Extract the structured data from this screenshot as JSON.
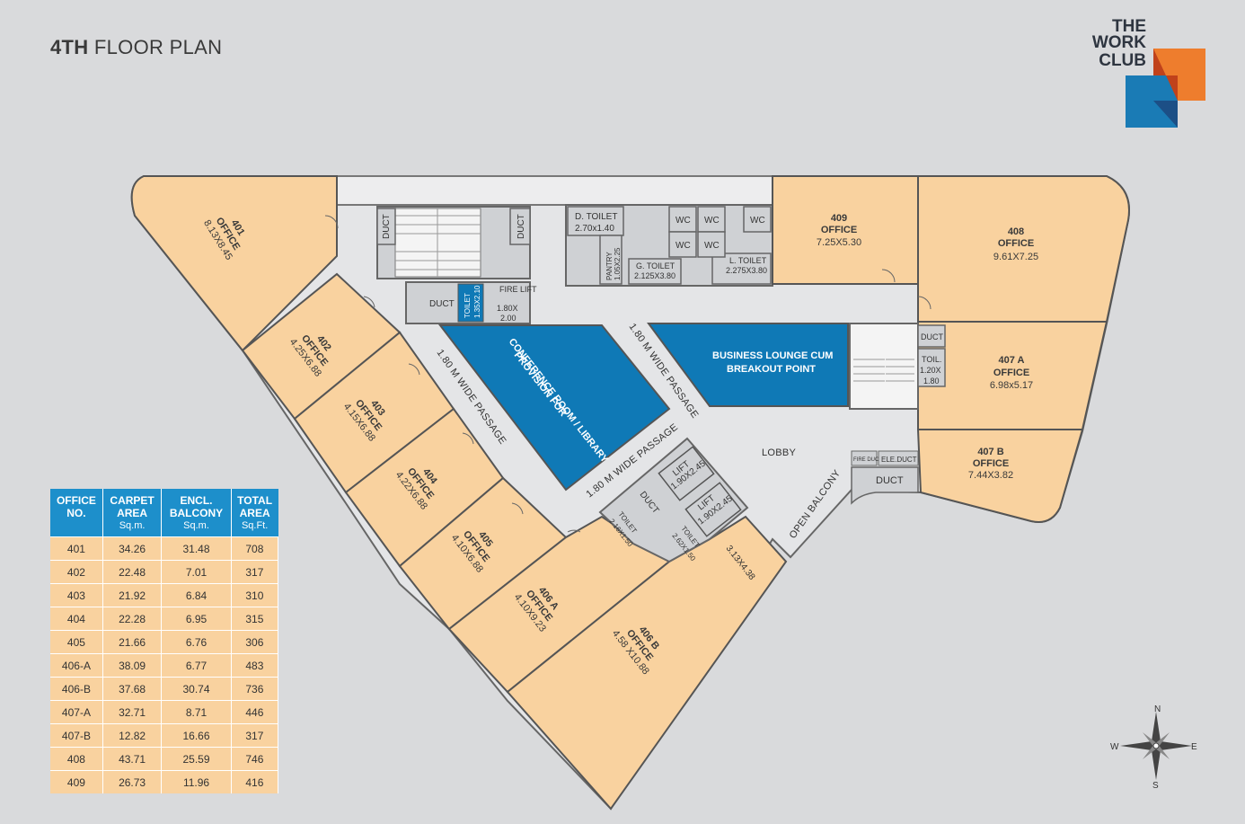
{
  "page": {
    "title_bold": "4TH",
    "title_rest": "FLOOR PLAN"
  },
  "logo": {
    "line1": "THE",
    "line2": "WORK",
    "line3": "CLUB",
    "orange": "#ee7d2d",
    "blue": "#1a7bb5",
    "red": "#c0421b",
    "navy": "#1c4f86"
  },
  "colors": {
    "office": "#f9d29f",
    "blue_zone": "#0f79b6",
    "passage": "#e4e5e7",
    "service": "#cfd1d4",
    "wall": "#555555"
  },
  "offices": {
    "o401": {
      "no": "401",
      "label": "OFFICE",
      "dims": "8.13X8.45"
    },
    "o402": {
      "no": "402",
      "label": "OFFICE",
      "dims": "4.25X6.88"
    },
    "o403": {
      "no": "403",
      "label": "OFFICE",
      "dims": "4.15X6.88"
    },
    "o404": {
      "no": "404",
      "label": "OFFICE",
      "dims": "4.22X6.88"
    },
    "o405": {
      "no": "405",
      "label": "OFFICE",
      "dims": "4.10X6.88"
    },
    "o406a": {
      "no": "406 A",
      "label": "OFFICE",
      "dims": "4.10X9.23"
    },
    "o406b": {
      "no": "406 B",
      "label": "OFFICE",
      "dims": "4.58 X10.88"
    },
    "o407a": {
      "no": "407 A",
      "label": "OFFICE",
      "dims": "6.98x5.17"
    },
    "o407b": {
      "no": "407 B",
      "label": "OFFICE",
      "dims": "7.44X3.82"
    },
    "o408": {
      "no": "408",
      "label": "OFFICE",
      "dims": "9.61X7.25"
    },
    "o409": {
      "no": "409",
      "label": "OFFICE",
      "dims": "7.25X5.30"
    }
  },
  "service": {
    "duct": "DUCT",
    "ele_duct": "ELE.DUCT",
    "fire_duct": "FIRE DUCT",
    "d_toilet": "D. TOILET",
    "d_toilet_dims": "2.70x1.40",
    "pantry": "PANTRY",
    "pantry_dims": "1.05X2.25",
    "g_toilet": "G. TOILET",
    "g_toilet_dims": "2.125X3.80",
    "l_toilet": "L. TOILET",
    "l_toilet_dims": "2.275X3.80",
    "wc": "WC",
    "fire_lift": "FIRE LIFT",
    "fire_lift_dims1": "1.80X",
    "fire_lift_dims2": "2.00",
    "toilet": "TOILET",
    "toilet_dims": "1.35X2.10",
    "toil": "TOIL.",
    "toil_dims1": "1.20X",
    "toil_dims2": "1.80",
    "lift": "LIFT",
    "lift_dims": "1.90X2.45",
    "toilet_a_dims": "2.16X1.50",
    "toilet_b_dims": "2.62X1.50",
    "balcony_dims": "3.13X4.38"
  },
  "zones": {
    "conference_l1": "PROVISION FOR",
    "conference_l2": "CONFERENCE ROOM / LIBRARY",
    "lounge_l1": "BUSINESS LOUNGE CUM",
    "lounge_l2": "BREAKOUT POINT",
    "lobby": "LOBBY",
    "open_balcony": "OPEN BALCONY",
    "passage": "1.80 M WIDE PASSAGE"
  },
  "table": {
    "headers": [
      {
        "l1": "OFFICE",
        "l2": "NO.",
        "unit": ""
      },
      {
        "l1": "CARPET",
        "l2": "AREA",
        "unit": "Sq.m."
      },
      {
        "l1": "ENCL.",
        "l2": "BALCONY",
        "unit": "Sq.m."
      },
      {
        "l1": "TOTAL",
        "l2": "AREA",
        "unit": "Sq.Ft."
      }
    ],
    "rows": [
      [
        "401",
        "34.26",
        "31.48",
        "708"
      ],
      [
        "402",
        "22.48",
        "7.01",
        "317"
      ],
      [
        "403",
        "21.92",
        "6.84",
        "310"
      ],
      [
        "404",
        "22.28",
        "6.95",
        "315"
      ],
      [
        "405",
        "21.66",
        "6.76",
        "306"
      ],
      [
        "406-A",
        "38.09",
        "6.77",
        "483"
      ],
      [
        "406-B",
        "37.68",
        "30.74",
        "736"
      ],
      [
        "407-A",
        "32.71",
        "8.71",
        "446"
      ],
      [
        "407-B",
        "12.82",
        "16.66",
        "317"
      ],
      [
        "408",
        "43.71",
        "25.59",
        "746"
      ],
      [
        "409",
        "26.73",
        "11.96",
        "416"
      ]
    ]
  },
  "compass": {
    "n": "N",
    "s": "S",
    "e": "E",
    "w": "W"
  }
}
